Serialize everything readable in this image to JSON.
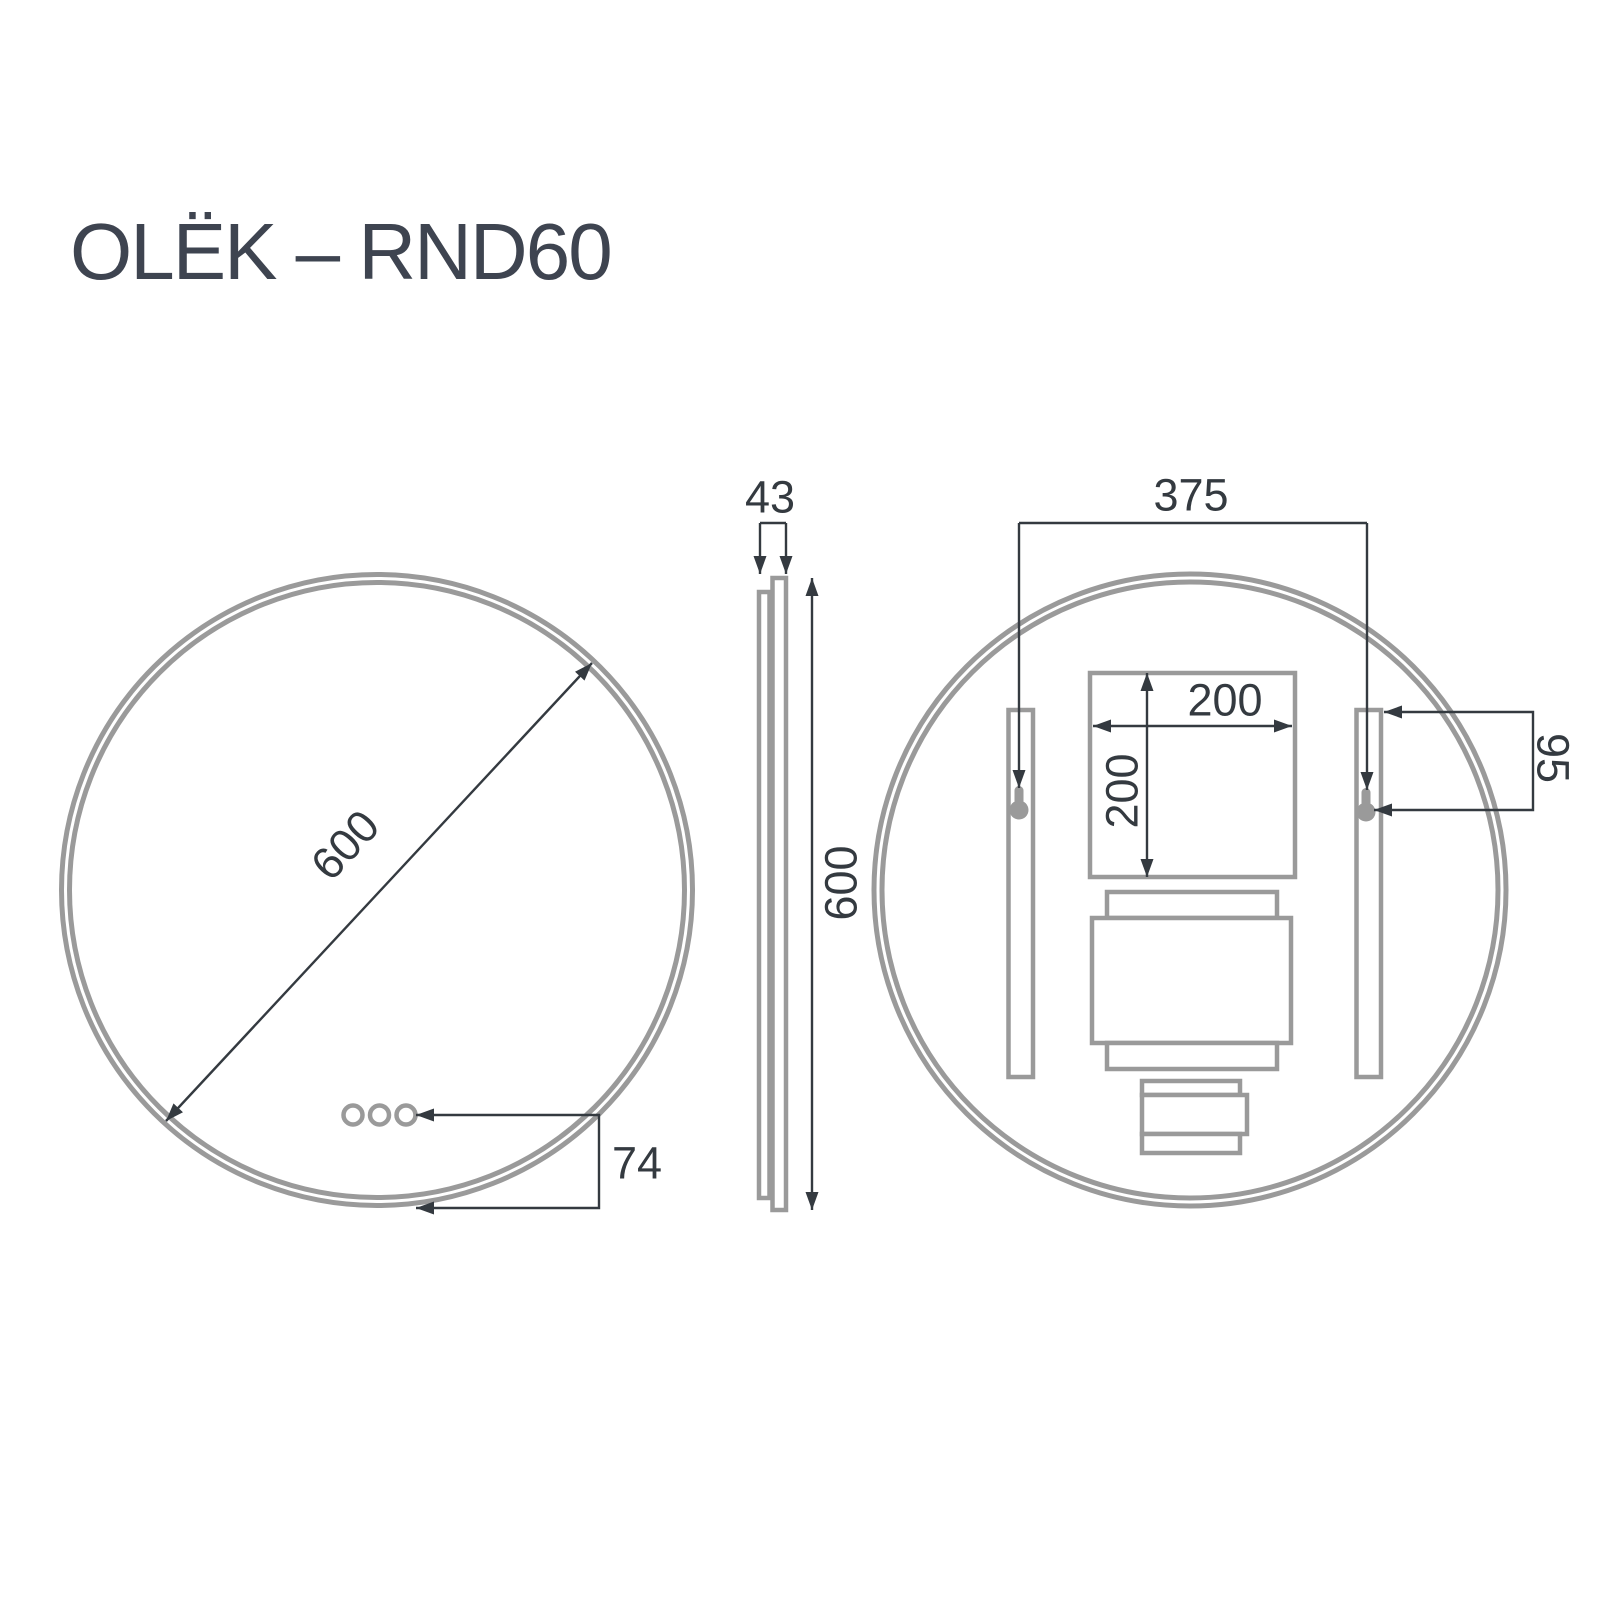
{
  "title": "OLËK – RND60",
  "views": {
    "front": {
      "diameter_label": "600",
      "sensor_offset_label": "74"
    },
    "side": {
      "depth_label": "43",
      "height_label": "600"
    },
    "back": {
      "mount_spacing_label": "375",
      "template_width_label": "200",
      "template_height_label": "200",
      "hook_drop_label": "95"
    }
  },
  "colors": {
    "bg": "#ffffff",
    "outline": "#9a9a9a",
    "dim": "#343a40",
    "title": "#3e4450"
  }
}
